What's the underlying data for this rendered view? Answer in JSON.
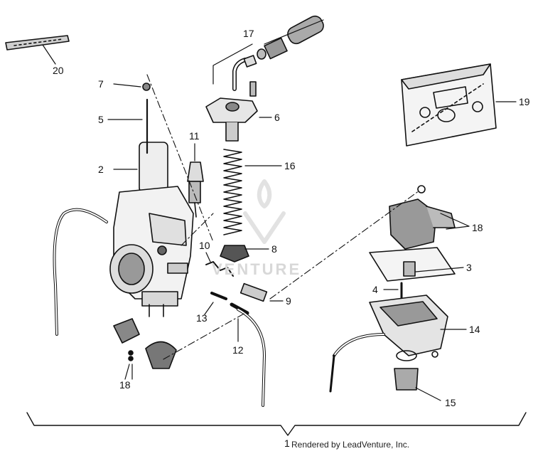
{
  "diagram": {
    "part_labels": [
      "20",
      "17",
      "7",
      "5",
      "11",
      "6",
      "16",
      "19",
      "2",
      "18",
      "10",
      "8",
      "3",
      "4",
      "13",
      "9",
      "14",
      "12",
      "18",
      "15",
      "1"
    ],
    "watermark": "VENTURE",
    "credit": "Rendered by LeadVenture, Inc."
  }
}
